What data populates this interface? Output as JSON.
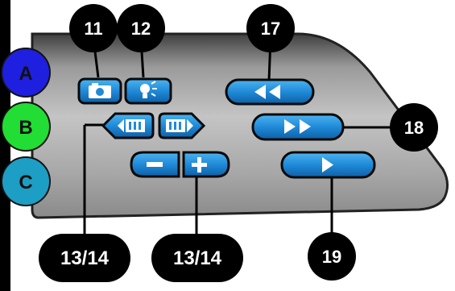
{
  "panel": {
    "side_buttons": [
      {
        "label": "A",
        "color": "#1f1fe0"
      },
      {
        "label": "B",
        "color": "#22dd33"
      },
      {
        "label": "C",
        "color": "#1d9ec4"
      }
    ],
    "buttons": [
      {
        "id": "snapshot",
        "icon": "camera-icon"
      },
      {
        "id": "light",
        "icon": "lamp-icon"
      },
      {
        "id": "rewind",
        "icon": "rewind-icon"
      },
      {
        "id": "frame-back",
        "icon": "film-back-icon"
      },
      {
        "id": "frame-forward",
        "icon": "film-forward-icon"
      },
      {
        "id": "fast-forward",
        "icon": "fast-forward-icon"
      },
      {
        "id": "minus",
        "icon": "minus-icon"
      },
      {
        "id": "plus",
        "icon": "plus-icon"
      },
      {
        "id": "play",
        "icon": "play-icon"
      }
    ],
    "callouts": [
      "11",
      "12",
      "17",
      "18",
      "13/14",
      "13/14",
      "19"
    ]
  },
  "colors": {
    "panel_dark": "#4a4a4a",
    "panel_light": "#bdbdbd",
    "button_blue": "#1f8ad8",
    "callout": "#000000"
  }
}
